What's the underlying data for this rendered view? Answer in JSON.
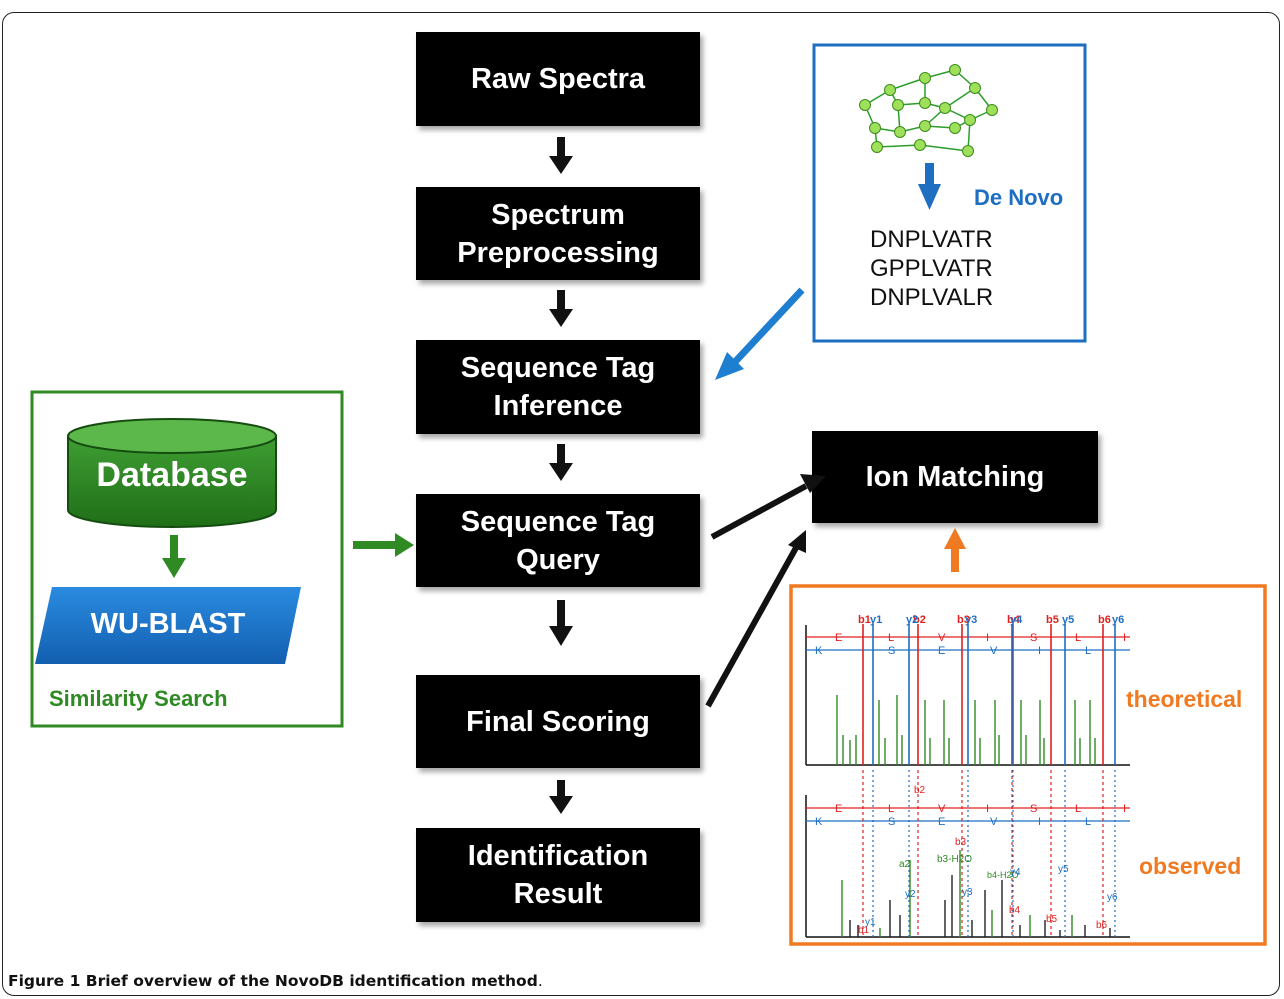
{
  "pipeline": [
    {
      "id": "raw",
      "label": "Raw Spectra"
    },
    {
      "id": "pre",
      "label": "Spectrum\nPreprocessing"
    },
    {
      "id": "inf",
      "label": "Sequence Tag\nInference"
    },
    {
      "id": "query",
      "label": "Sequence Tag\nQuery"
    },
    {
      "id": "final",
      "label": "Final Scoring"
    },
    {
      "id": "result",
      "label": "Identification\nResult"
    }
  ],
  "ion_matching": {
    "label": "Ion Matching"
  },
  "denovo": {
    "label": "De Novo",
    "sequences": [
      "DNPLVATR",
      "GPPLVATR",
      "DNPLVALR"
    ]
  },
  "similarity": {
    "database_label": "Database",
    "blast_label": "WU-BLAST",
    "caption": "Similarity Search"
  },
  "spectra": {
    "theoretical_label": "theoretical",
    "observed_label": "observed",
    "b_ions": [
      "b1",
      "b2",
      "b3",
      "b4",
      "b5",
      "b6"
    ],
    "y_ions": [
      "y1",
      "y2",
      "y3",
      "y4",
      "y5",
      "y6"
    ],
    "theoretical_top_residues": [
      "E",
      "L",
      "V",
      "I",
      "S",
      "L",
      "I"
    ],
    "theoretical_bottom_residues": [
      "K",
      "S",
      "E",
      "V",
      "I",
      "L"
    ],
    "observed_annotations": [
      "a2",
      "b3-H2O",
      "b4-H2O"
    ]
  },
  "caption": {
    "bold": "Figure 1 Brief overview of the NovoDB identification method",
    "tail": "."
  },
  "colors": {
    "box": "#000000",
    "green": "#2f8a23",
    "blue": "#1e6fc2",
    "orange": "#f07a22",
    "red": "#e02020"
  }
}
